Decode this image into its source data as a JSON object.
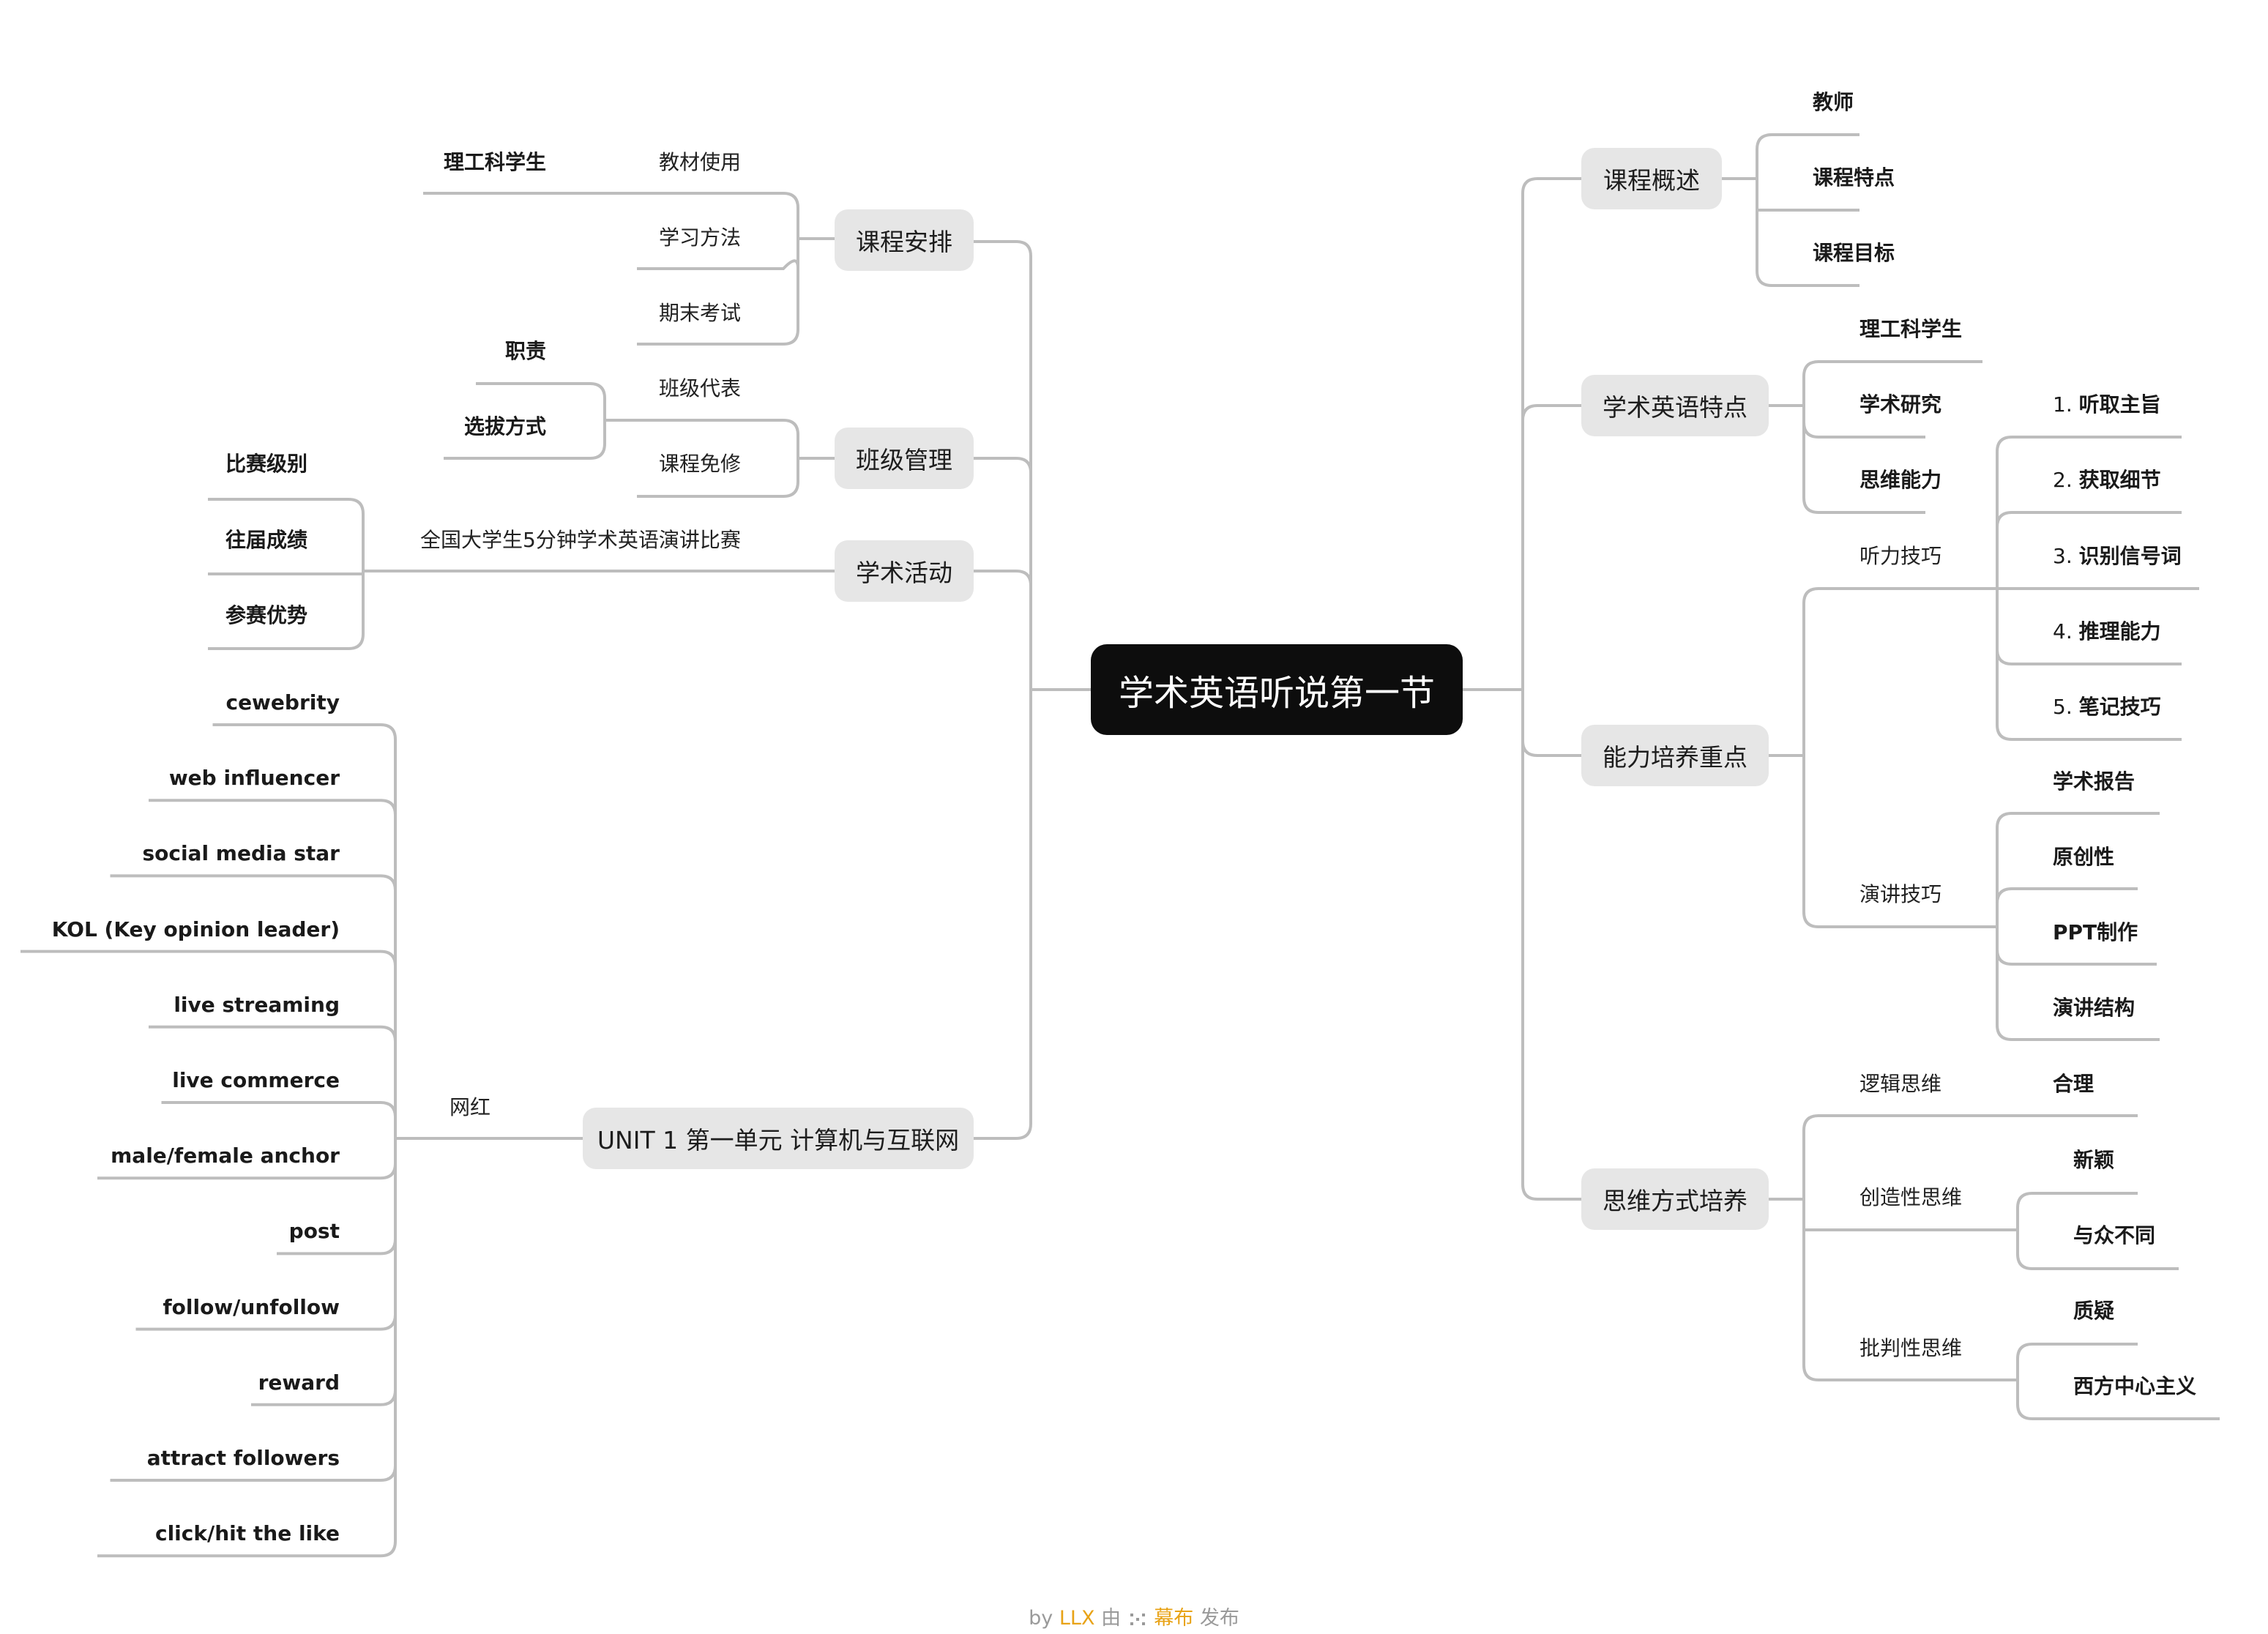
{
  "center": {
    "title": "学术英语听说第一节"
  },
  "left": {
    "schedule": {
      "label": "课程安排",
      "items": [
        "教材使用",
        "学习方法",
        "期末考试"
      ],
      "textbook_child": "理工科学生"
    },
    "class_mgmt": {
      "label": "班级管理",
      "items": [
        "班级代表",
        "课程免修"
      ],
      "rep_children": [
        "职责",
        "选拔方式"
      ]
    },
    "activities": {
      "label": "学术活动",
      "item": "全国大学生5分钟学术英语演讲比赛",
      "children": [
        "比赛级别",
        "往届成绩",
        "参赛优势"
      ]
    },
    "unit1": {
      "label": "UNIT 1 第一单元 计算机与互联网",
      "topic": "网红",
      "terms": [
        "cewebrity",
        "web influencer",
        "social media star",
        "KOL (Key opinion leader)",
        "live streaming",
        "live commerce",
        "male/female anchor",
        "post",
        "follow/unfollow",
        "reward",
        "attract followers",
        "click/hit the like"
      ]
    }
  },
  "right": {
    "overview": {
      "label": "课程概述",
      "items": [
        "教师",
        "课程特点",
        "课程目标"
      ]
    },
    "features": {
      "label": "学术英语特点",
      "items": [
        "理工科学生",
        "学术研究",
        "思维能力"
      ]
    },
    "skills": {
      "label": "能力培养重点",
      "listening": {
        "label": "听力技巧",
        "items": [
          {
            "num": "1.",
            "text": "听取主旨"
          },
          {
            "num": "2.",
            "text": "获取细节"
          },
          {
            "num": "3.",
            "text": "识别信号词"
          },
          {
            "num": "4.",
            "text": "推理能力"
          },
          {
            "num": "5.",
            "text": "笔记技巧"
          }
        ]
      },
      "speaking": {
        "label": "演讲技巧",
        "items": [
          "学术报告",
          "原创性",
          "PPT制作",
          "演讲结构"
        ]
      }
    },
    "thinking": {
      "label": "思维方式培养",
      "logic": {
        "label": "逻辑思维",
        "items": [
          "合理"
        ]
      },
      "creative": {
        "label": "创造性思维",
        "items": [
          "新颖",
          "与众不同"
        ]
      },
      "critical": {
        "label": "批判性思维",
        "items": [
          "质疑",
          "西方中心主义"
        ]
      }
    }
  },
  "footer": {
    "by": "by",
    "author": "LLX",
    "via": "由",
    "brand": "幕布",
    "publish": "发布"
  }
}
